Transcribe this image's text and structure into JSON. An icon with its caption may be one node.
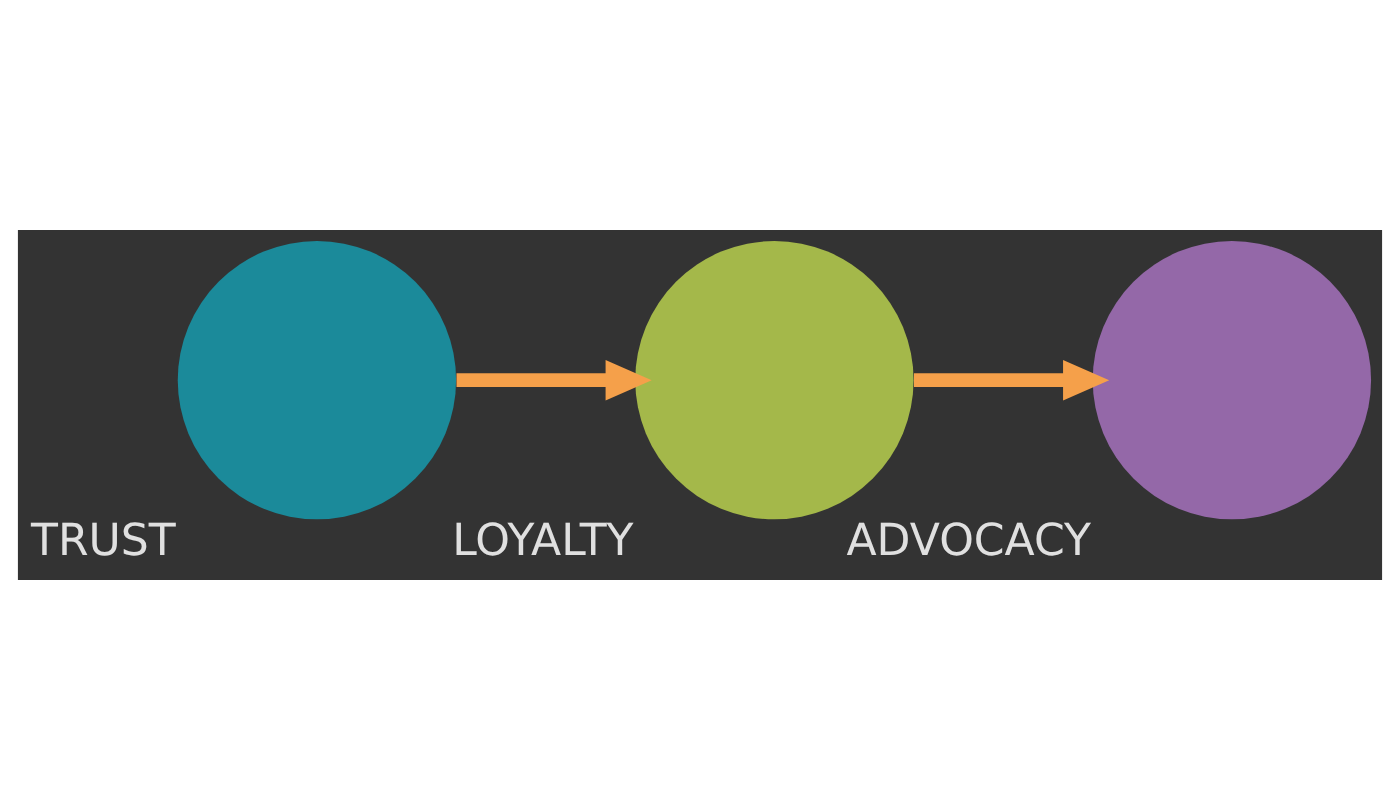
{
  "diagram": {
    "nodes": [
      {
        "text": [
          "TRUST"
        ]
      },
      {
        "text": [
          "LOYALTY"
        ]
      },
      {
        "text": [
          "ADVOCACY"
        ]
      }
    ],
    "edges": [
      {
        "from": 0,
        "to": 1,
        "arrow": "to"
      },
      {
        "from": 1,
        "to": 2,
        "arrow": "to"
      }
    ]
  }
}
